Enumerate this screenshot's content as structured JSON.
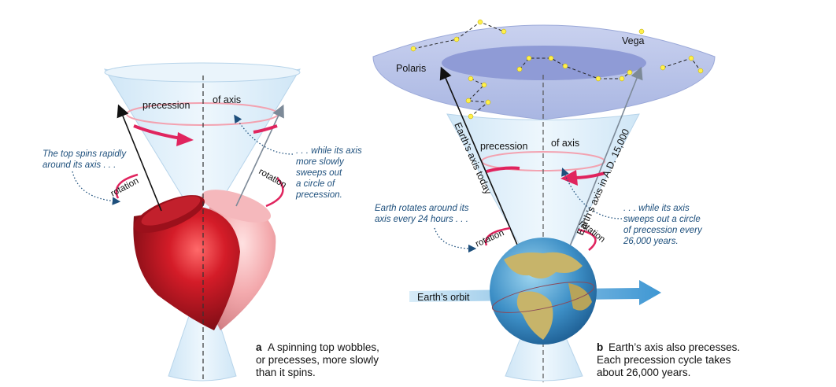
{
  "panel_a": {
    "precession": "precession",
    "of_axis": "of axis",
    "rotation_left": "rotation",
    "rotation_right": "rotation",
    "annotation_left": [
      "The top spins rapidly",
      "around its axis . . ."
    ],
    "annotation_right": [
      ". . . while its axis",
      "more slowly",
      "sweeps out",
      "a circle of",
      "precession."
    ],
    "caption_letter": "a",
    "caption": [
      "A spinning top wobbles,",
      "or precesses, more slowly",
      "than it spins."
    ]
  },
  "panel_b": {
    "polaris": "Polaris",
    "vega": "Vega",
    "precession": "precession",
    "of_axis": "of axis",
    "axis_today": "Earth’s axis today",
    "axis_future": "Earth’s axis in A.D. 15,000",
    "rotation_left": "rotation",
    "rotation_right": "rotation",
    "annotation_left": [
      "Earth rotates around its",
      "axis every 24 hours . . ."
    ],
    "annotation_right": [
      ". . . while its axis",
      "sweeps out a circle",
      "of precession every",
      "26,000 years."
    ],
    "orbit": "Earth’s orbit",
    "caption_letter": "b",
    "caption": [
      "Earth’s axis also precesses.",
      "Each precession cycle takes",
      "about 26,000 years."
    ]
  },
  "colors": {
    "cone": "#d6eaf7",
    "sky": "#b9c4e8",
    "top_red": "#b0121f",
    "arrow_pink": "#e0245e",
    "annotation_blue": "#1d4f7c",
    "orbit_blue": "#4a9fd6"
  }
}
